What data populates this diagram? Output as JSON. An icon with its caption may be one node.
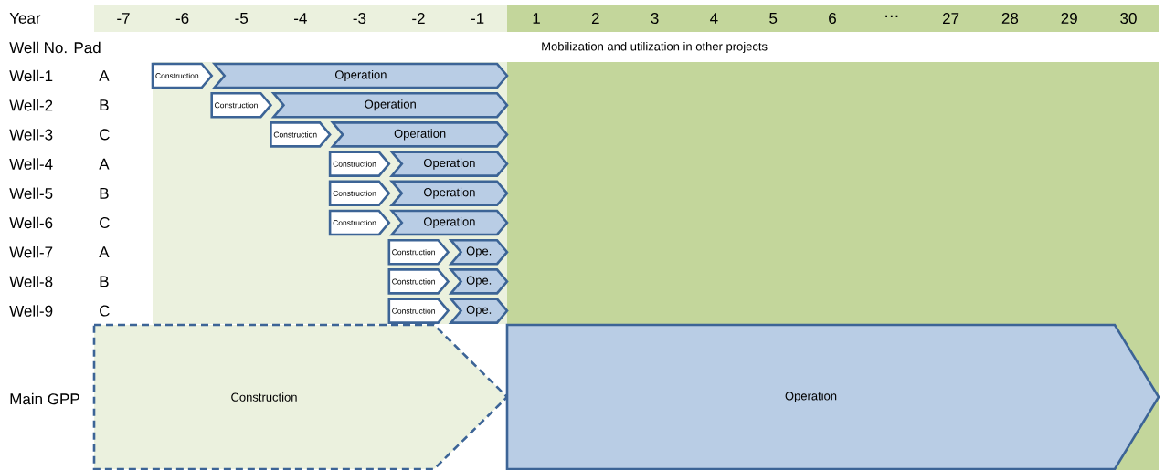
{
  "diagram": {
    "nodes": [
      {
        "text": [
          "Construction"
        ]
      },
      {
        "text": [
          "Operation"
        ]
      },
      {
        "text": [
          "Construction"
        ]
      },
      {
        "text": [
          "Operation"
        ]
      },
      {
        "text": [
          "Construction"
        ]
      },
      {
        "text": [
          "Operation"
        ]
      },
      {
        "text": [
          "Construction"
        ]
      },
      {
        "text": [
          "Operation"
        ]
      },
      {
        "text": [
          "Construction"
        ]
      },
      {
        "text": [
          "Operation"
        ]
      },
      {
        "text": [
          "Construction"
        ]
      },
      {
        "text": [
          "Operation"
        ]
      },
      {
        "text": [
          "Construction"
        ]
      },
      {
        "text": [
          "Ope."
        ]
      },
      {
        "text": [
          "Construction"
        ]
      },
      {
        "text": [
          "Ope."
        ]
      },
      {
        "text": [
          "Construction"
        ]
      },
      {
        "text": [
          "Ope."
        ]
      },
      {
        "text": [
          "Construction"
        ]
      },
      {
        "text": [
          "Operation"
        ]
      }
    ],
    "labels": [
      "Year",
      "-7",
      "-6",
      "-5",
      "-4",
      "-3",
      "-2",
      "-1",
      "1",
      "2",
      "3",
      "4",
      "5",
      "6",
      "⋯",
      "27",
      "28",
      "29",
      "30",
      "Well No. Pad",
      "Mobilization and utilization in other projects",
      "Well-1",
      "A",
      "Well-2",
      "B",
      "Well-3",
      "C",
      "Well-4",
      "A",
      "Well-5",
      "B",
      "Well-6",
      "C",
      "Well-7",
      "A",
      "Well-8",
      "B",
      "Well-9",
      "C",
      "Main GPP"
    ]
  }
}
